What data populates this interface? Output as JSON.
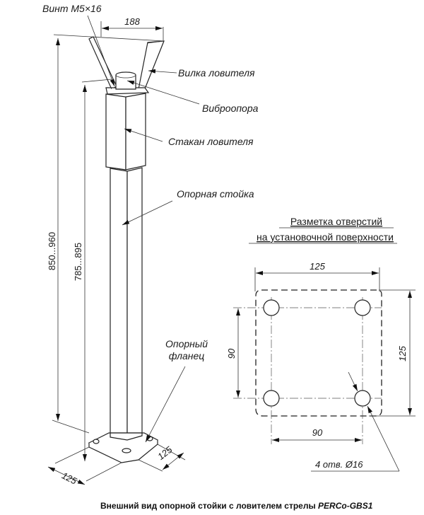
{
  "labels": {
    "screw": "Винт М5×16",
    "fork": "Вилка ловителя",
    "vibro": "Виброопора",
    "cup": "Стакан ловителя",
    "post": "Опорная стойка",
    "flange_line1": "Опорный",
    "flange_line2": "фланец"
  },
  "dimensions": {
    "fork_width": "188",
    "total_height": "850...960",
    "post_height": "785...895",
    "flange_width_left": "125",
    "flange_width_right": "125"
  },
  "hole_layout": {
    "title_line1": "Разметка отверстий",
    "title_line2": "на установочной поверхности",
    "outer_width": "125",
    "outer_height": "125",
    "hole_spacing_vertical": "90",
    "hole_spacing_horizontal": "90",
    "holes_note": "4 отв. Ø16"
  },
  "caption": {
    "text": "Внешний вид опорной стойки с ловителем стрелы ",
    "model": "PERCo-GBS1"
  },
  "colors": {
    "line": "#222222",
    "background": "#ffffff"
  }
}
